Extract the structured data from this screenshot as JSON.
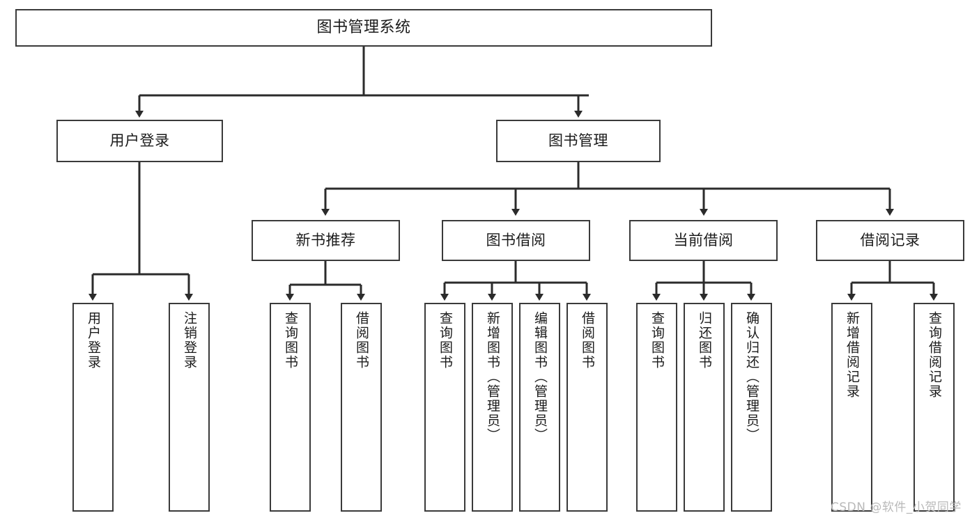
{
  "diagram": {
    "type": "tree-hierarchy",
    "title_box": {
      "label": "图书管理系统"
    },
    "level2": [
      {
        "id": "user-login",
        "label": "用户登录"
      },
      {
        "id": "book-manage",
        "label": "图书管理"
      }
    ],
    "level3": [
      {
        "id": "new-book-recommend",
        "label": "新书推荐",
        "parent": "book-manage"
      },
      {
        "id": "book-borrow",
        "label": "图书借阅",
        "parent": "book-manage"
      },
      {
        "id": "current-borrow",
        "label": "当前借阅",
        "parent": "book-manage"
      },
      {
        "id": "borrow-record",
        "label": "借阅记录",
        "parent": "book-manage"
      }
    ],
    "leaves": {
      "user-login": [
        {
          "id": "leaf-user-login",
          "label": "用户登录"
        },
        {
          "id": "leaf-user-logout",
          "label": "注销登录"
        }
      ],
      "new-book-recommend": [
        {
          "id": "leaf-query-book-1",
          "label": "查询图书"
        },
        {
          "id": "leaf-borrow-book-1",
          "label": "借阅图书"
        }
      ],
      "book-borrow": [
        {
          "id": "leaf-query-book-2",
          "label": "查询图书"
        },
        {
          "id": "leaf-add-book",
          "label": "新增图书（管理员）"
        },
        {
          "id": "leaf-edit-book",
          "label": "编辑图书（管理员）"
        },
        {
          "id": "leaf-borrow-book-2",
          "label": "借阅图书"
        }
      ],
      "current-borrow": [
        {
          "id": "leaf-query-book-3",
          "label": "查询图书"
        },
        {
          "id": "leaf-return-book",
          "label": "归还图书"
        },
        {
          "id": "leaf-confirm-return",
          "label": "确认归还（管理员）"
        }
      ],
      "borrow-record": [
        {
          "id": "leaf-add-record",
          "label": "新增借阅记录"
        },
        {
          "id": "leaf-query-record",
          "label": "查询借阅记录"
        }
      ]
    }
  },
  "watermark": {
    "text": "CSDN @软件_小贺同学"
  },
  "colors": {
    "background": "#ffffff",
    "box_border": "#3a3a3a",
    "box_fill": "#ffffff",
    "connector": "#2b2b2b",
    "text": "#1b1b1b",
    "watermark": "#b9b9b9"
  }
}
